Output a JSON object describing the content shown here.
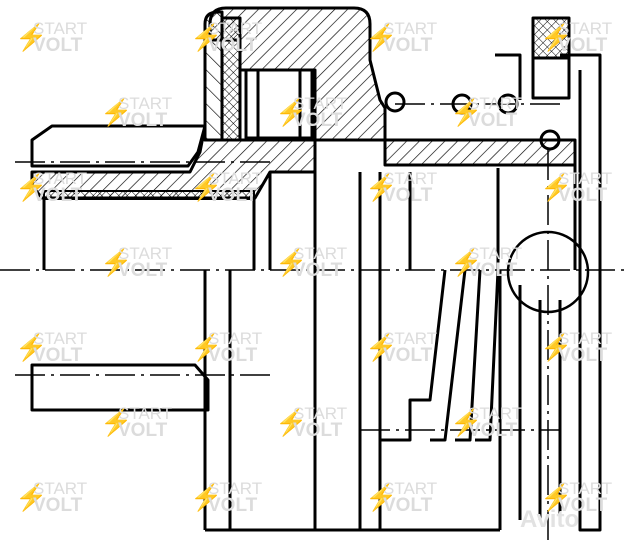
{
  "watermark": {
    "line1": "START",
    "line2": "VOLT",
    "icon": "lightning-bolt-icon",
    "color": "#dcdcdc"
  },
  "marketplace_watermark": {
    "text": "Avito"
  },
  "drawing": {
    "line_color": "#000000",
    "background": "#ffffff"
  }
}
